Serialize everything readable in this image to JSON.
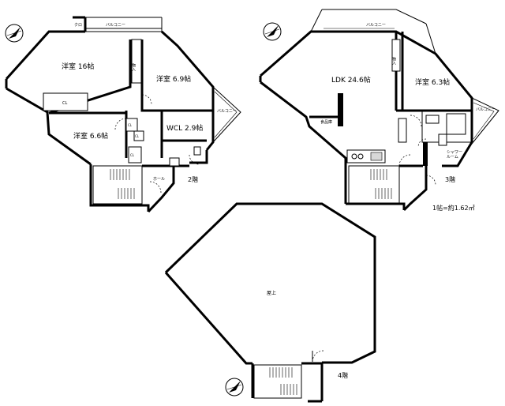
{
  "floor2": {
    "balcony_top": "バルコニー",
    "balcony_right": "バルコニー",
    "closet_top": "クロ",
    "room_large": "洋室  16帖",
    "storage_1": "物入",
    "room_right": "洋室  6.9帖",
    "cl_1": "CL",
    "room_lower": "洋室  6.6帖",
    "wcl": "WCL  2.9帖",
    "cl_2": "CL",
    "cl_3": "CL",
    "cl_4": "CL",
    "hall": "ホール",
    "floor_label": "2階"
  },
  "floor3": {
    "balcony_top": "バルコニー",
    "balcony_right": "バルコニー",
    "storage": "物入",
    "ldk": "LDK  24.6帖",
    "room_right": "洋室  6.3帖",
    "pantry": "食品庫",
    "shower": "シャワー\nルーム",
    "floor_label": "3階"
  },
  "floor4": {
    "roof": "屋上",
    "floor_label": "4階"
  },
  "scale_note": "1帖=約1.62㎡",
  "icons": [
    "north-arrow-icon",
    "north-arrow-icon",
    "north-arrow-icon"
  ]
}
